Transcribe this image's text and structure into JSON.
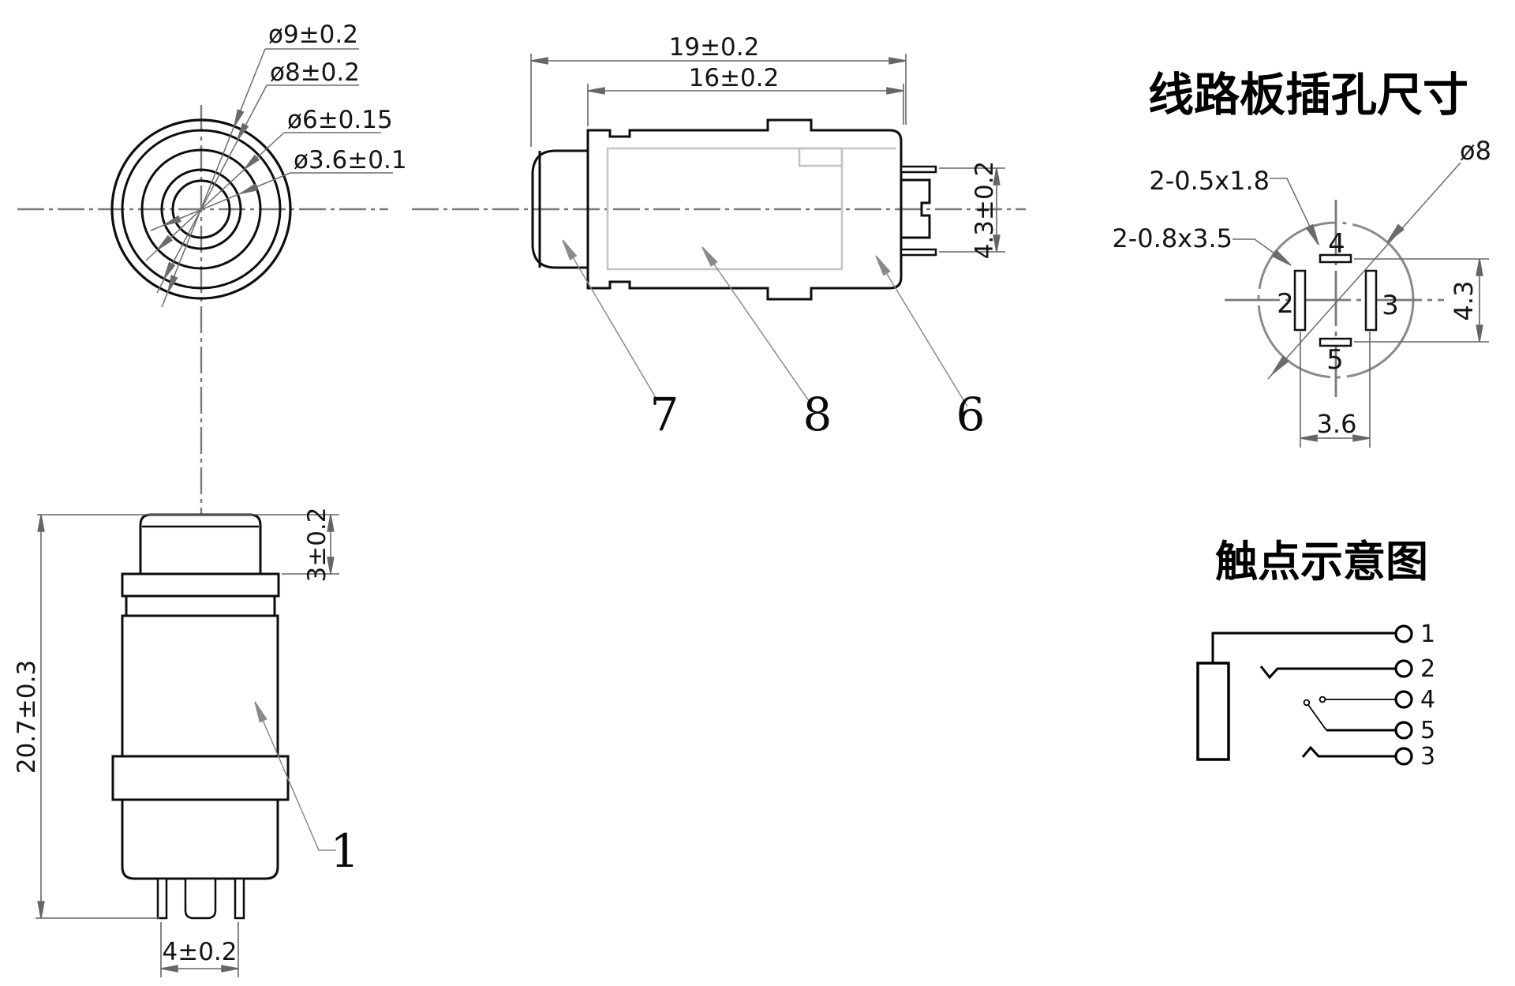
{
  "colors": {
    "background": "#ffffff",
    "outline": "#0d0d0d",
    "hidden_line": "#c4c4c4",
    "centerline": "#7a7a7a",
    "dimension": "#666666",
    "text": "#141414"
  },
  "front_circles_view": {
    "dim_d9": "ø9±0.2",
    "dim_d8": "ø8±0.2",
    "dim_d6": "ø6±0.15",
    "dim_d3_6": "ø3.6±0.1"
  },
  "side_view": {
    "dim_length_overall": "19±0.2",
    "dim_length_body": "16±0.2",
    "dim_pin_span": "4.3±0.2",
    "label_7": "7",
    "label_8": "8",
    "label_6": "6"
  },
  "pcb_view": {
    "title": "线路板插孔尺寸",
    "dim_slot_small": "2-0.5x1.8",
    "dim_slot_large": "2-0.8x3.5",
    "dim_hole": "ø8",
    "dim_vertical": "4.3",
    "dim_horizontal": "3.6",
    "pin_4": "4",
    "pin_2": "2",
    "pin_3": "3",
    "pin_5": "5"
  },
  "front_view": {
    "dim_cap_height": "3±0.2",
    "dim_total_height": "20.7±0.3",
    "dim_pin_span": "4±0.2",
    "label_1": "1"
  },
  "schematic": {
    "title": "触点示意图",
    "terminals": [
      "1",
      "2",
      "4",
      "5",
      "3"
    ]
  }
}
